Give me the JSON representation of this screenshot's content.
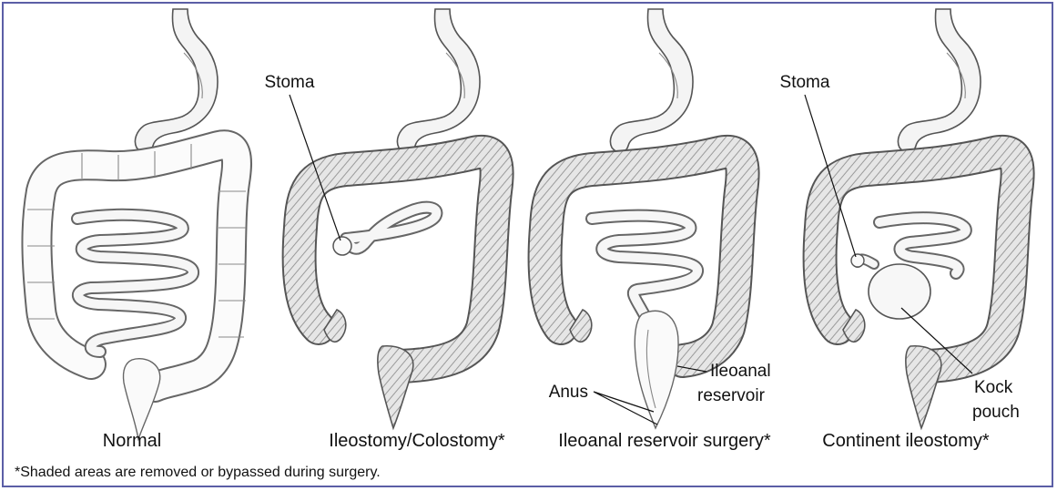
{
  "panels": [
    {
      "caption": "Normal"
    },
    {
      "caption": "Ileostomy/Colostomy*"
    },
    {
      "caption": "Ileoanal reservoir surgery*"
    },
    {
      "caption": "Continent ileostomy*"
    }
  ],
  "labels": {
    "stoma_left": "Stoma",
    "stoma_right": "Stoma",
    "anus": "Anus",
    "ileoanal_1": "Ileoanal",
    "ileoanal_2": "reservoir",
    "kock_1": "Kock",
    "kock_2": "pouch"
  },
  "footnote": "*Shaded areas are removed or bypassed during surgery.",
  "colors": {
    "border": "#5b5ea6",
    "hatch": "#9a9a9a",
    "outline": "#555555"
  }
}
